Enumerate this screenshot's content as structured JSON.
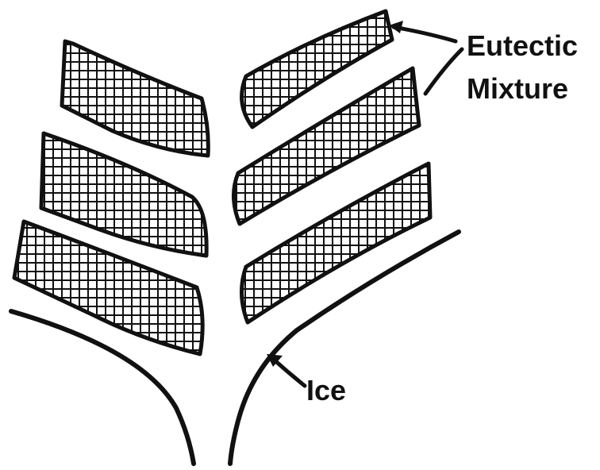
{
  "labels": {
    "eutectic_line1": "Eutectic",
    "eutectic_line2": "Mixture",
    "ice": "Ice"
  },
  "colors": {
    "ink": "#111111",
    "background": "#ffffff"
  }
}
